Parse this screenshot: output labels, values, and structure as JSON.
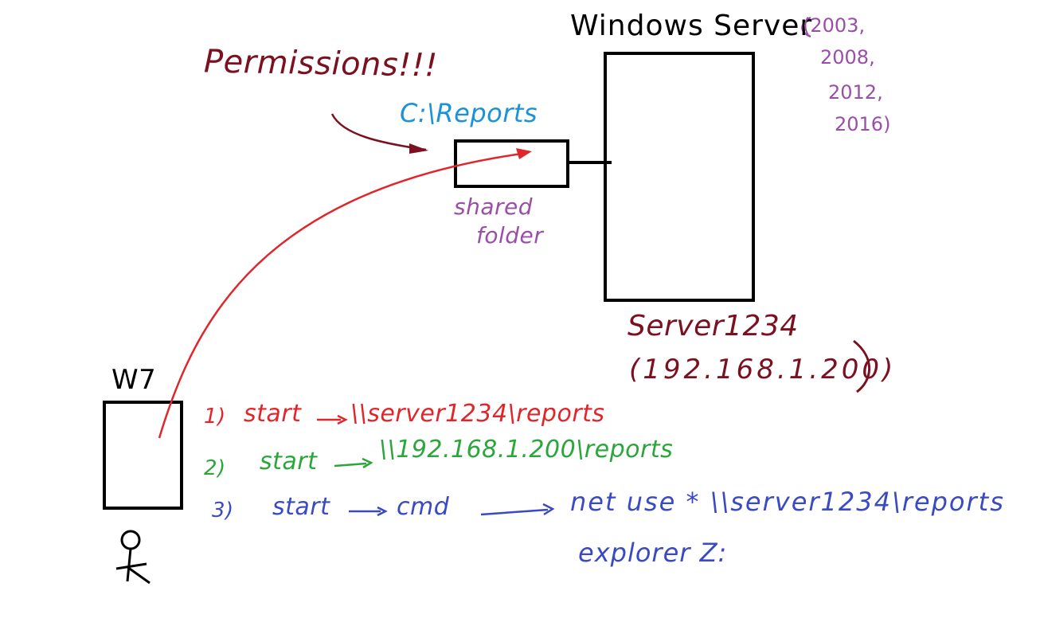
{
  "server": {
    "title": "Windows Server",
    "versions": [
      "(2003,",
      "2008,",
      "2012,",
      "2016)"
    ],
    "name": "Server1234",
    "ip": "(192.168.1.200)"
  },
  "share": {
    "note": "Permissions!!!",
    "path": "C:\\Reports",
    "caption_line1": "shared",
    "caption_line2": "folder"
  },
  "client": {
    "name": "W7"
  },
  "steps": [
    {
      "num": "1)",
      "start": "start",
      "target": "\\\\server1234\\reports"
    },
    {
      "num": "2)",
      "start": "start",
      "target": "\\\\192.168.1.200\\reports"
    },
    {
      "num": "3)",
      "start": "start",
      "target": "cmd",
      "command": "net use * \\\\server1234\\reports",
      "command2": "explorer Z:"
    }
  ],
  "colors": {
    "black": "#000000",
    "maroon": "#7b1020",
    "blue": "#1b93d6",
    "purple": "#9a4ea8",
    "red": "#e0262b",
    "green": "#2aa63b",
    "indigo": "#3a49c4"
  }
}
